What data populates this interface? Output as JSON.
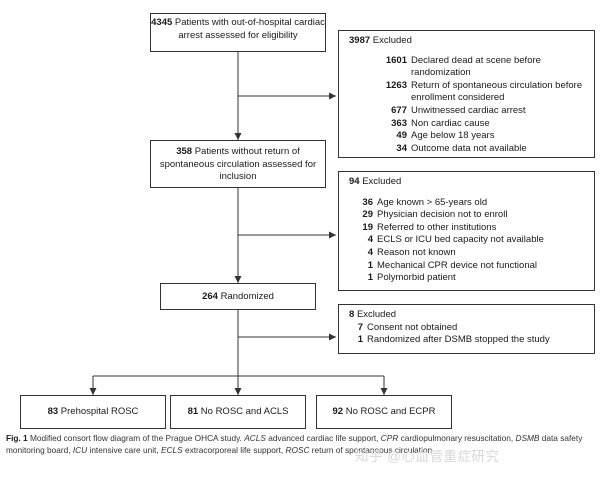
{
  "enrollment": {
    "count": "4345",
    "text": "Patients with out-of-hospital cardiac arrest assessed for eligibility"
  },
  "excluded1": {
    "count": "3987",
    "label": "Excluded",
    "items": [
      {
        "n": "1601",
        "text": "Declared dead at scene before randomization"
      },
      {
        "n": "1263",
        "text": "Return of spontaneous circulation before enrollment considered"
      },
      {
        "n": "677",
        "text": "Unwitnessed cardiac arrest"
      },
      {
        "n": "363",
        "text": "Non cardiac cause"
      },
      {
        "n": "49",
        "text": "Age below 18 years"
      },
      {
        "n": "34",
        "text": "Outcome data not available"
      }
    ]
  },
  "assessed": {
    "count": "358",
    "text": "Patients without return of spontaneous circulation assessed for inclusion"
  },
  "excluded2": {
    "count": "94",
    "label": "Excluded",
    "items": [
      {
        "n": "36",
        "text": "Age known > 65-years old"
      },
      {
        "n": "29",
        "text": "Physician decision not to enroll"
      },
      {
        "n": "19",
        "text": "Referred to other institutions"
      },
      {
        "n": "4",
        "text": "ECLS or ICU bed capacity not available"
      },
      {
        "n": "4",
        "text": "Reason not known"
      },
      {
        "n": "1",
        "text": "Mechanical CPR device not functional"
      },
      {
        "n": "1",
        "text": "Polymorbid patient"
      }
    ]
  },
  "randomized": {
    "count": "264",
    "text": "Randomized"
  },
  "excluded3": {
    "count": "8",
    "label": "Excluded",
    "items": [
      {
        "n": "7",
        "text": "Consent not obtained"
      },
      {
        "n": "1",
        "text": "Randomized after DSMB stopped the study"
      }
    ]
  },
  "arms": [
    {
      "count": "83",
      "text": "Prehospital ROSC"
    },
    {
      "count": "81",
      "text": "No ROSC and ACLS"
    },
    {
      "count": "92",
      "text": "No ROSC and ECPR"
    }
  ],
  "caption": {
    "label": "Fig. 1",
    "parts": [
      {
        "t": " Modified consort flow diagram of the Prague OHCA study. ",
        "i": false
      },
      {
        "t": "ACLS",
        "i": true
      },
      {
        "t": " advanced cardiac life support, ",
        "i": false
      },
      {
        "t": "CPR",
        "i": true
      },
      {
        "t": " cardiopulmonary resuscitation, ",
        "i": false
      },
      {
        "t": "DSMB",
        "i": true
      },
      {
        "t": " data safety monitoring board, ",
        "i": false
      },
      {
        "t": "ICU",
        "i": true
      },
      {
        "t": " intensive care unit, ",
        "i": false
      },
      {
        "t": "ECLS",
        "i": true
      },
      {
        "t": " extracorporeal life support, ",
        "i": false
      },
      {
        "t": "ROSC",
        "i": true
      },
      {
        "t": " return of spontaneous circulation",
        "i": false
      }
    ]
  },
  "watermark": "知乎 @心血管重症研究"
}
